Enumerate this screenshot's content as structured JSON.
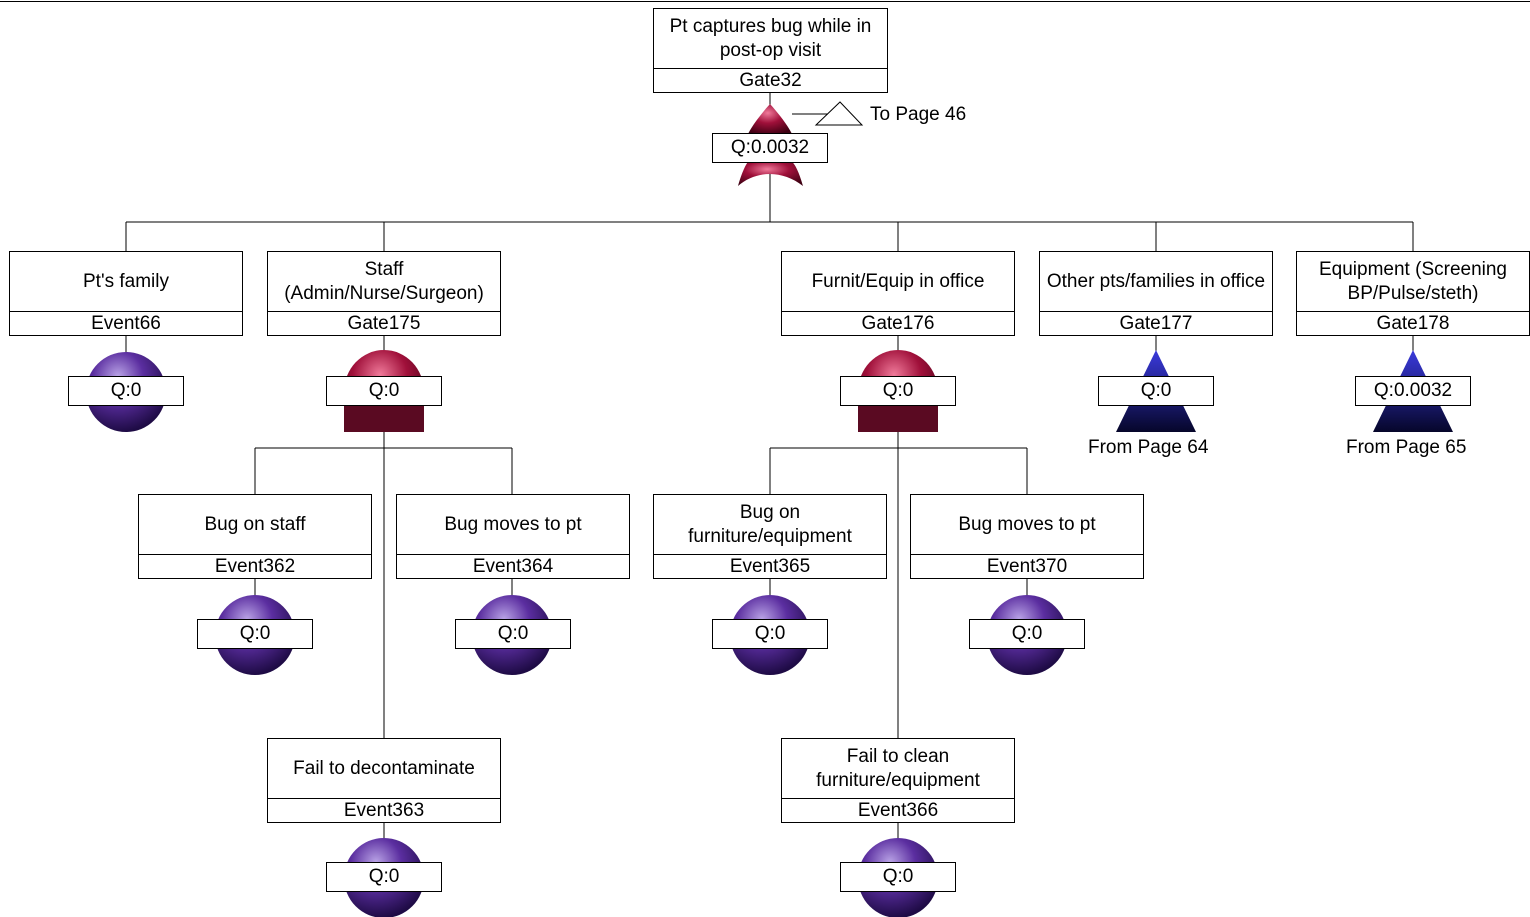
{
  "colors": {
    "basic_event": "#5b2ea0",
    "gate": "#a0103a",
    "transfer_in": "#1a1a9a",
    "line": "#000000"
  },
  "top": {
    "description": "Pt captures bug while in post-op visit",
    "id": "Gate32",
    "q": "Q:0.0032",
    "gate_type": "or",
    "transfer_out_label": "To Page 46"
  },
  "children": [
    {
      "description": "Pt's family",
      "id": "Event66",
      "q": "Q:0",
      "symbol": "basic-event"
    },
    {
      "description": "Staff\n(Admin/Nurse/Surgeon)",
      "id": "Gate175",
      "q": "Q:0",
      "symbol": "and-gate"
    },
    {
      "description": "Furnit/Equip in office",
      "id": "Gate176",
      "q": "Q:0",
      "symbol": "and-gate"
    },
    {
      "description": "Other pts/families in office",
      "id": "Gate177",
      "q": "Q:0",
      "symbol": "transfer-in",
      "transfer_label": "From Page 64"
    },
    {
      "description": "Equipment (Screening BP/Pulse/steth)",
      "id": "Gate178",
      "q": "Q:0.0032",
      "symbol": "transfer-in",
      "transfer_label": "From Page 65"
    }
  ],
  "staff_branch": [
    {
      "description": "Bug on staff",
      "id": "Event362",
      "q": "Q:0"
    },
    {
      "description": "Bug moves to pt",
      "id": "Event364",
      "q": "Q:0"
    },
    {
      "description": "Fail to  decontaminate",
      "id": "Event363",
      "q": "Q:0"
    }
  ],
  "furniture_branch": [
    {
      "description": "Bug on furniture/equipment",
      "id": "Event365",
      "q": "Q:0"
    },
    {
      "description": "Bug moves to pt",
      "id": "Event370",
      "q": "Q:0"
    },
    {
      "description": "Fail to clean furniture/equipment",
      "id": "Event366",
      "q": "Q:0"
    }
  ]
}
